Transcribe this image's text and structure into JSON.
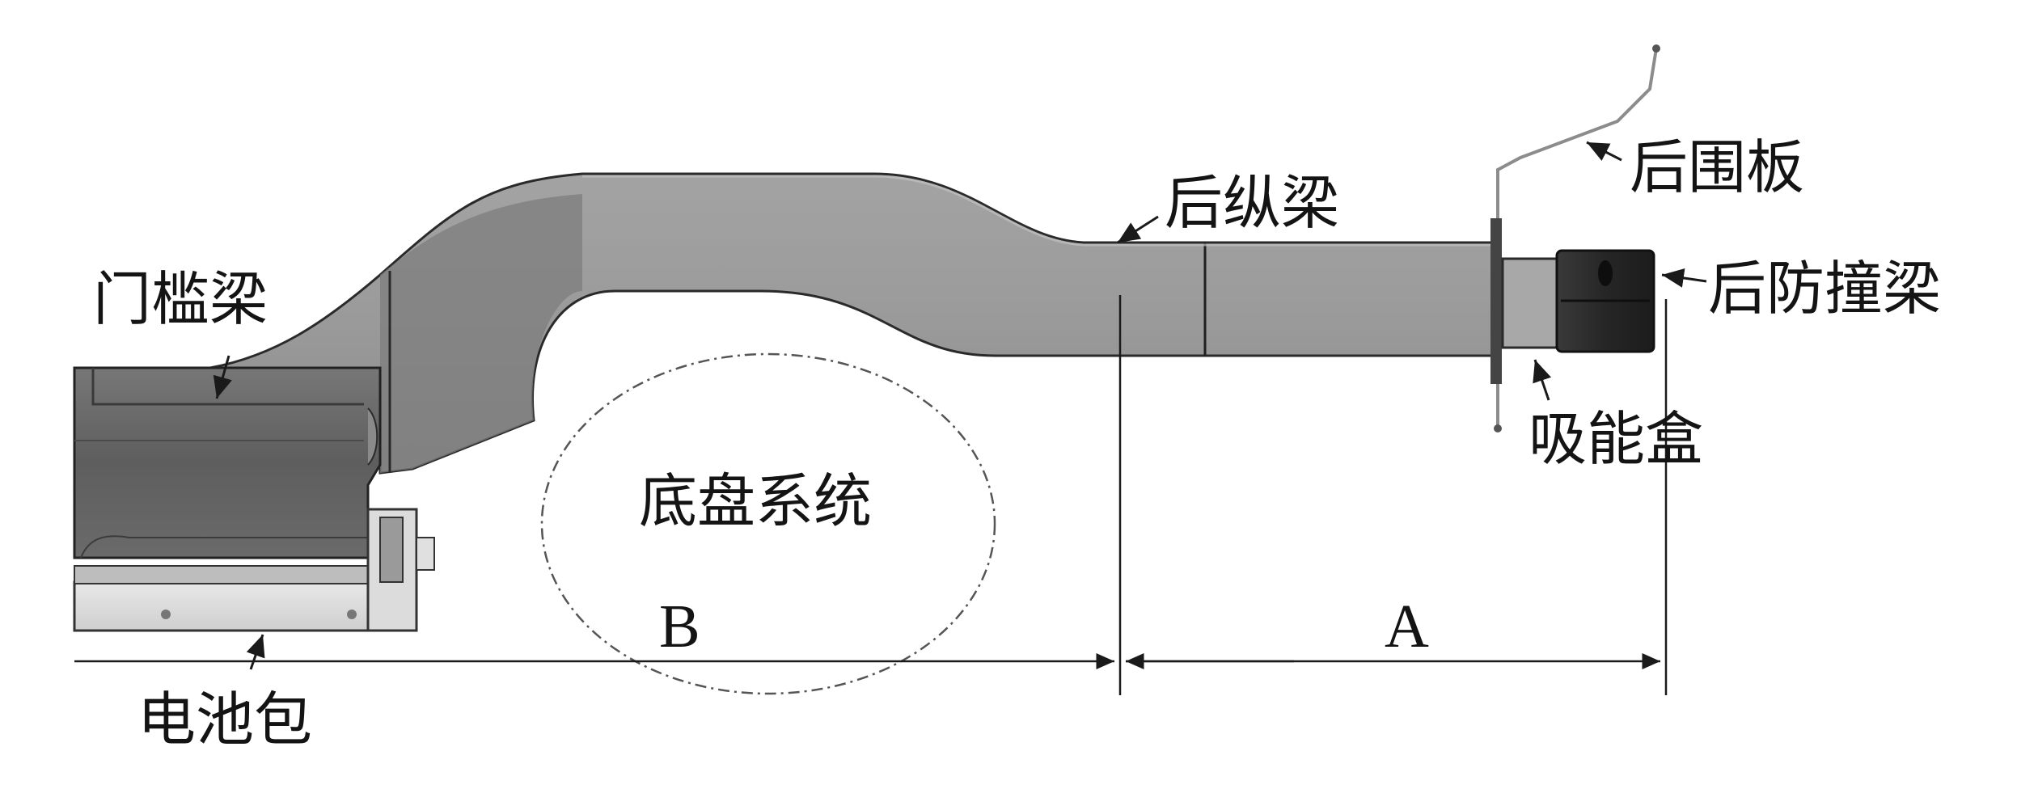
{
  "labels": {
    "rear_panel": "后围板",
    "rear_rail": "后纵梁",
    "rear_bumper_beam": "后防撞梁",
    "sill_beam": "门槛梁",
    "crash_box": "吸能盒",
    "chassis_system": "底盘系统",
    "battery_pack": "电池包",
    "dim_a": "A",
    "dim_b": "B"
  },
  "colors": {
    "rail_light": "#b9b9b9",
    "rail_mid": "#9b9b9b",
    "rail_dark": "#6e6e6e",
    "bumper": "#2c2c2c",
    "line": "#1a1a1a"
  }
}
